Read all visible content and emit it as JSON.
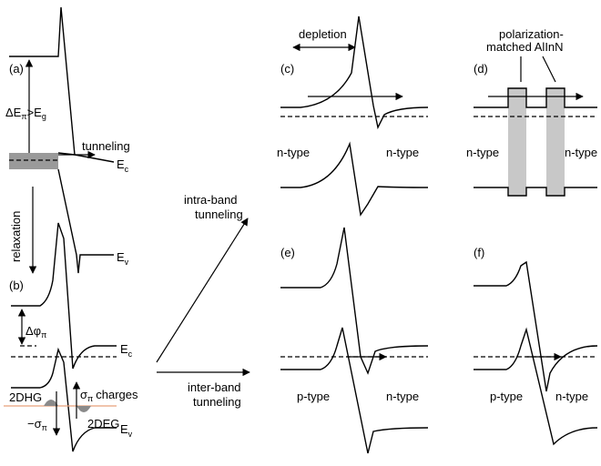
{
  "labels": {
    "a": "(a)",
    "b": "(b)",
    "c": "(c)",
    "d": "(d)",
    "e": "(e)",
    "f": "(f)",
    "delta_e_prefix": "ΔE",
    "pi": "π",
    "gt_eg": ">E",
    "g": "g",
    "tunneling": "tunneling",
    "e_letter": "E",
    "c_sub": "c",
    "v_sub": "v",
    "relaxation": "relaxation",
    "delta_phi": "Δφ",
    "two_dhg": "2DHG",
    "two_deg": "2DEG",
    "minus_sigma": "−σ",
    "sigma": "σ",
    "charges": "charges",
    "intra_band": "intra-band",
    "inter_band": "inter-band",
    "depletion": "depletion",
    "polarization": "polarization-",
    "matched": "matched AlInN",
    "n_type": "n-type",
    "p_type": "p-type"
  },
  "colors": {
    "line": "#000000",
    "shaded_region": "#9a9a9a",
    "barrier_fill": "#c8c8c8",
    "charge_fill": "#8a8a8a",
    "charge_line": "#e8a07a"
  }
}
